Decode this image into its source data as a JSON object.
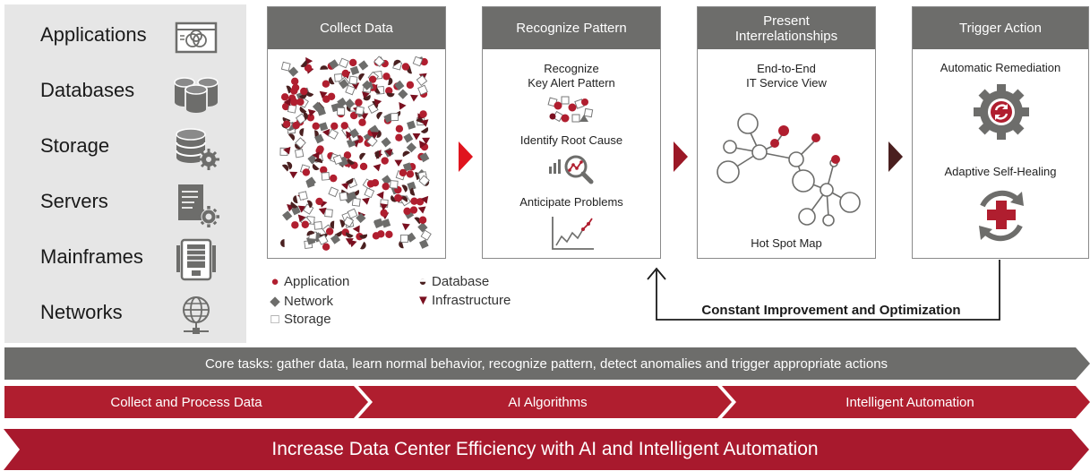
{
  "sources": [
    {
      "label": "Applications",
      "icon": "application-window-icon"
    },
    {
      "label": "Databases",
      "icon": "database-icon"
    },
    {
      "label": "Storage",
      "icon": "storage-icon"
    },
    {
      "label": "Servers",
      "icon": "server-icon"
    },
    {
      "label": "Mainframes",
      "icon": "mainframe-icon"
    },
    {
      "label": "Networks",
      "icon": "network-globe-icon"
    }
  ],
  "steps": {
    "collect": {
      "title": "Collect Data"
    },
    "recognize": {
      "title": "Recognize Pattern",
      "items": [
        "Recognize\nKey Alert Pattern",
        "Identify Root Cause",
        "Anticipate Problems"
      ]
    },
    "present": {
      "title": "Present\nInterrelationships",
      "items": [
        "End-to-End\nIT Service View",
        "Hot Spot Map"
      ]
    },
    "trigger": {
      "title": "Trigger Action",
      "items": [
        "Automatic Remediation",
        "Adaptive Self-Healing"
      ]
    }
  },
  "legend": {
    "application": "Application",
    "database": "Database",
    "network": "Network",
    "infrastructure": "Infrastructure",
    "storage": "Storage"
  },
  "feedback_label": "Constant Improvement and Optimization",
  "core_tasks": "Core tasks: gather data, learn normal behavior, recognize pattern, detect anomalies and trigger appropriate actions",
  "phases": [
    "Collect and Process Data",
    "AI Algorithms",
    "Intelligent Automation"
  ],
  "footer": "Increase Data Center Efficiency with AI and Intelligent Automation",
  "colors": {
    "header_gray": "#6d6d6b",
    "brand_red": "#b01e2f",
    "dark_red": "#a8192d",
    "panel_gray": "#e6e6e6",
    "dark_brown": "#4a1f1f"
  }
}
